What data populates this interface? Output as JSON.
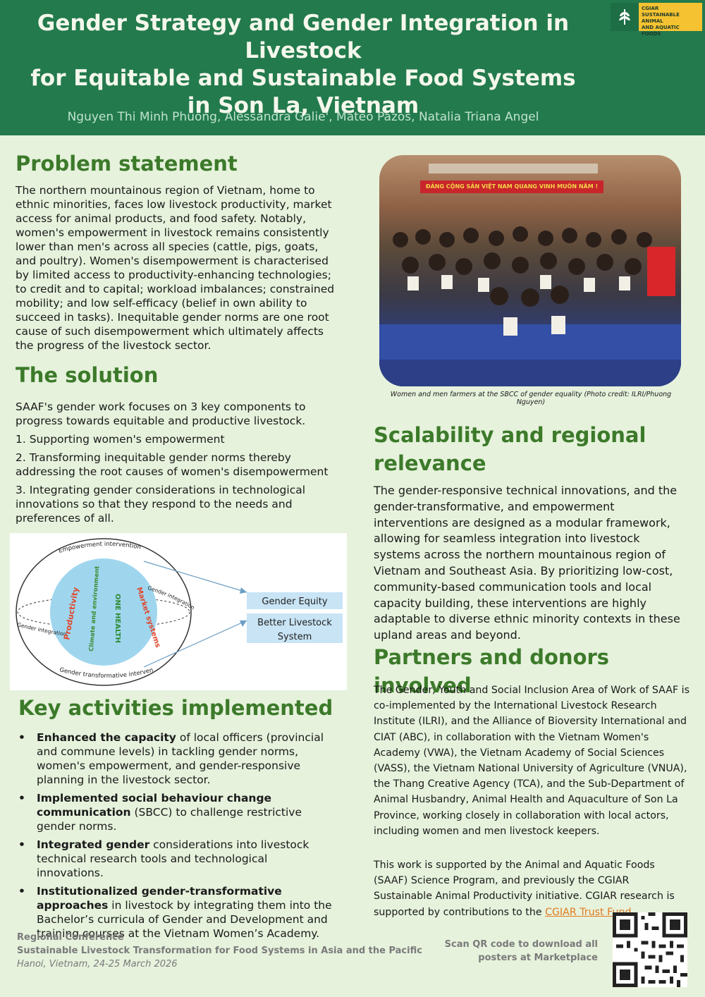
{
  "header": {
    "title_line1": "Gender Strategy and Gender Integration in Livestock",
    "title_line2": "for Equitable and Sustainable Food Systems",
    "title_line3": "in Son La, Vietnam",
    "authors": "Nguyen Thi Minh Phuong, Alessandra Galie',  Mateo Pazos, Natalia Triana Angel",
    "logo_line1": "CGIAR",
    "logo_line2": "SUSTAINABLE ANIMAL",
    "logo_line3": "AND AQUATIC FOODS"
  },
  "problem": {
    "heading": "Problem statement",
    "text": "The northern mountainous region of Vietnam, home to ethnic minorities, faces low livestock productivity, market access for animal products, and food safety. Notably, women's empowerment in livestock remains consistently lower than men's across all species (cattle, pigs, goats, and poultry). Women's disempowerment is characterised by limited access to productivity-enhancing technologies; to credit and to capital; workload imbalances; constrained mobility; and low self-efficacy (belief in own ability to succeed in tasks). Inequitable gender norms are one root cause of such disempowerment which ultimately affects the progress of the livestock sector."
  },
  "solution": {
    "heading": "The solution",
    "intro": "SAAF's gender work focuses on 3 key components to progress towards equitable and productive livestock.",
    "item1": "1. Supporting women's empowerment",
    "item2": "2. Transforming inequitable gender norms thereby addressing the root causes of women's disempowerment",
    "item3": "3. Integrating gender considerations in technological innovations so that they respond to the needs and preferences of all."
  },
  "diagram": {
    "top_label": "Empowerment intervention",
    "bottom_label": "Gender transformative intervention",
    "left_label": "Gender integration",
    "right_label": "Gender integration",
    "productivity": "Productivity",
    "climate": "Climate and environment",
    "one_health": "ONE HEALTH",
    "market": "Market systems",
    "box1": "Gender Equity",
    "box2_line1": "Better Livestock",
    "box2_line2": "System"
  },
  "key_activities": {
    "heading": "Key activities implemented",
    "items": [
      {
        "bold": "Enhanced the capacity",
        "rest": " of local officers (provincial and commune levels) in tackling gender norms, women's empowerment, and gender-responsive planning in the livestock sector."
      },
      {
        "bold": "Implemented social behaviour change communication",
        "rest": " (SBCC) to challenge restrictive gender norms."
      },
      {
        "bold": "Integrated gender",
        "rest": " considerations into livestock technical research tools and technological innovations."
      },
      {
        "bold": "Institutionalized gender-transformative approaches",
        "rest": " in livestock by integrating them into the Bachelor’s curricula of Gender and Development and training courses at the Vietnam Women’s Academy."
      }
    ]
  },
  "photo": {
    "banner_text": "ĐẢNG CỘNG SẢN VIỆT NAM QUANG VINH MUÔN NĂM !",
    "caption": "Women and men farmers at the SBCC of gender equality (Photo credit: ILRI/Phuong Nguyen)"
  },
  "scalability": {
    "heading_line1": "Scalability and regional",
    "heading_line2": "relevance",
    "text": "The gender-responsive technical innovations, and the gender-transformative, and empowerment interventions are designed as a modular framework, allowing for seamless integration into livestock systems across the northern mountainous region of Vietnam and Southeast Asia. By prioritizing low-cost, community-based communication tools and local capacity building, these interventions are highly adaptable to diverse ethnic minority contexts in these upland areas and beyond."
  },
  "partners": {
    "heading": "Partners and donors involved",
    "text1": "The Gender, Youth and Social Inclusion Area of Work of SAAF is co-implemented by the International Livestock Research Institute (ILRI), and the Alliance of Bioversity International and CIAT (ABC), in collaboration with the Vietnam Women's Academy (VWA), the Vietnam Academy of Social Sciences (VASS), the Vietnam National University of Agriculture (VNUA), the Thang Creative Agency (TCA), and the Sub-Department of Animal Husbandry, Animal Health and Aquaculture of Son La Province, working closely in collaboration with local actors, including women and men livestock keepers.",
    "text2": "This work is supported by the Animal and Aquatic Foods (SAAF) Science Program, and previously the CGIAR Sustainable Animal Productivity initiative. CGIAR research is supported by contributions to the ",
    "link": "CGIAR Trust Fund"
  },
  "footer": {
    "line1": "Regional Conference",
    "line2": "Sustainable Livestock Transformation for Food Systems in Asia and the Pacific",
    "line3": "Hanoi, Vietnam, 24-25 March 2026",
    "qr_line1": "Scan QR code to download all",
    "qr_line2": "posters at Marketplace"
  },
  "colors": {
    "header_bg": "#237a4c",
    "page_bg": "#e6f2dc",
    "heading": "#3c7a2a",
    "logo_yellow": "#f5c231",
    "link": "#e07a1f"
  }
}
